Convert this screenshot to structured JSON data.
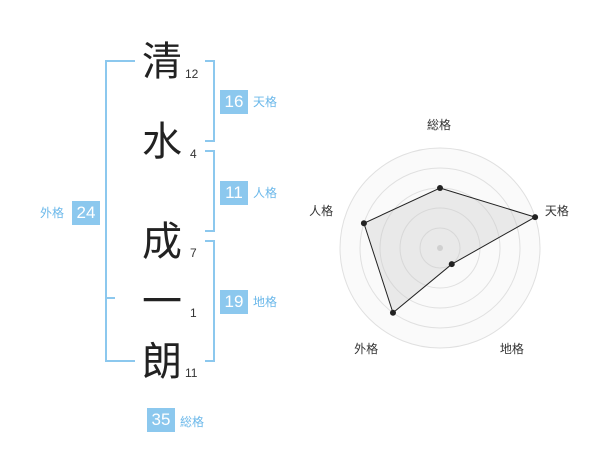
{
  "name": {
    "characters": [
      {
        "char": "清",
        "strokes": "12"
      },
      {
        "char": "水",
        "strokes": "4"
      },
      {
        "char": "成",
        "strokes": "7"
      },
      {
        "char": "一",
        "strokes": "1"
      },
      {
        "char": "朗",
        "strokes": "11"
      }
    ]
  },
  "fortune": {
    "tenkaku": {
      "value": "16",
      "label": "天格"
    },
    "jinkaku": {
      "value": "11",
      "label": "人格"
    },
    "chikaku": {
      "value": "19",
      "label": "地格"
    },
    "gaikaku": {
      "value": "24",
      "label": "外格"
    },
    "soukaku": {
      "value": "35",
      "label": "総格"
    }
  },
  "chart_data": {
    "type": "radar",
    "axes": [
      "総格",
      "天格",
      "地格",
      "外格",
      "人格"
    ],
    "values": [
      3,
      5,
      1,
      4,
      4
    ],
    "max": 5,
    "grid": true
  },
  "colors": {
    "accent": "#8cc8ee",
    "label": "#6bb8ea"
  }
}
